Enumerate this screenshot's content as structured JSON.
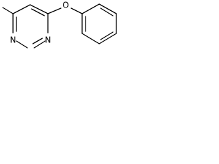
{
  "structure": {
    "atom_labels": {
      "n_left": "N",
      "n_bottom": "N",
      "oxygen": "O"
    }
  }
}
